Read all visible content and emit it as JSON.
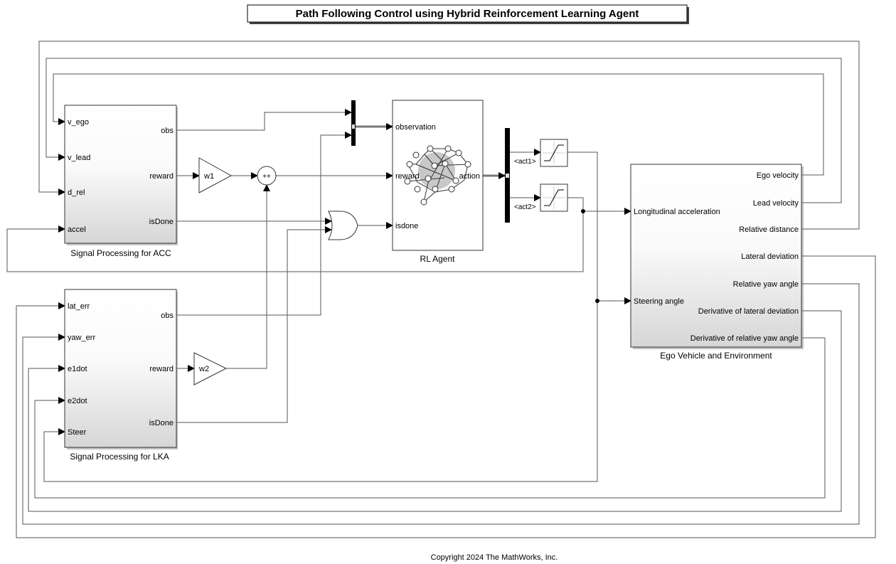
{
  "title": "Path Following Control using Hybrid Reinforcement Learning Agent",
  "copyright": "Copyright 2024 The MathWorks, Inc.",
  "acc": {
    "name": "Signal Processing for ACC",
    "inputs": [
      "v_ego",
      "v_lead",
      "d_rel",
      "accel"
    ],
    "outputs": [
      "obs",
      "reward",
      "isDone"
    ]
  },
  "lka": {
    "name": "Signal Processing for LKA",
    "inputs": [
      "lat_err",
      "yaw_err",
      "e1dot",
      "e2dot",
      "Steer"
    ],
    "outputs": [
      "obs",
      "reward",
      "isDone"
    ]
  },
  "gains": {
    "w1": "w1",
    "w2": "w2"
  },
  "sum_signs": "++",
  "agent": {
    "name": "RL Agent",
    "inputs": [
      "observation",
      "reward",
      "isdone"
    ],
    "output": "action"
  },
  "demux_labels": [
    "<act1>",
    "<act2>"
  ],
  "env": {
    "name": "Ego Vehicle and Environment",
    "inputs": [
      "Longitudinal acceleration",
      "Steering angle"
    ],
    "outputs": [
      "Ego velocity",
      "Lead velocity",
      "Relative distance",
      "Lateral deviation",
      "Relative yaw angle",
      "Derivative of lateral deviation",
      "Derivative of relative yaw angle"
    ]
  }
}
